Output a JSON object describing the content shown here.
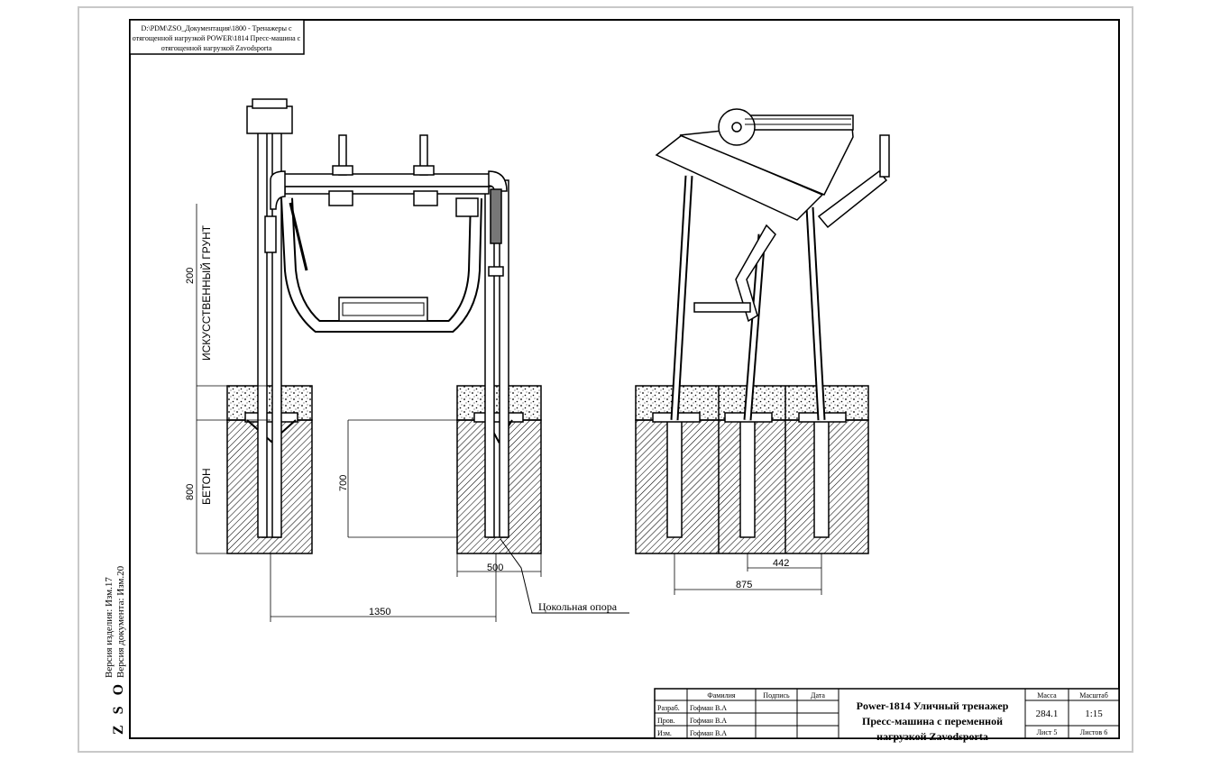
{
  "file_path": "D:\\PDM\\ZSO_Документация\\1800 - Тренажеры с",
  "file_path_2": "отягощенной нагрузкой POWER\\1814 Пресс-машина с",
  "file_path_3": "отягощенной нагрузкой Zavodsporta",
  "side_labels": {
    "doc_version": "Версия документа: Изм.20",
    "item_version": "Версия изделия: Изм.17",
    "brand": "Z S O"
  },
  "dimensions": {
    "ground_depth": "200",
    "ground_label": "ИСКУССТВЕННЫЙ ГРУНТ",
    "concrete_depth": "800",
    "concrete_label": "БЕТОН",
    "inner_depth": "700",
    "block_width": "500",
    "span": "1350",
    "side_span_inner": "442",
    "side_span_outer": "875"
  },
  "callout": "Цокольная опора",
  "title_block": {
    "col_family": "Фамилия",
    "col_sign": "Подпись",
    "col_date": "Дата",
    "rows": [
      {
        "role": "Разраб.",
        "name": "Гофман В.А"
      },
      {
        "role": "Пров.",
        "name": "Гофман В.А"
      },
      {
        "role": "Изм.",
        "name": "Гофман В.А"
      }
    ],
    "title_line1": "Power-1814 Уличный тренажер",
    "title_line2": "Пресс-машина с переменной",
    "title_line3": "нагрузкой Zavodsporta",
    "mass_label": "Масса",
    "mass_value": "284.1",
    "scale_label": "Масштаб",
    "scale_value": "1:15",
    "sheet_label": "Лист 5",
    "sheets_label": "Листов 6"
  }
}
